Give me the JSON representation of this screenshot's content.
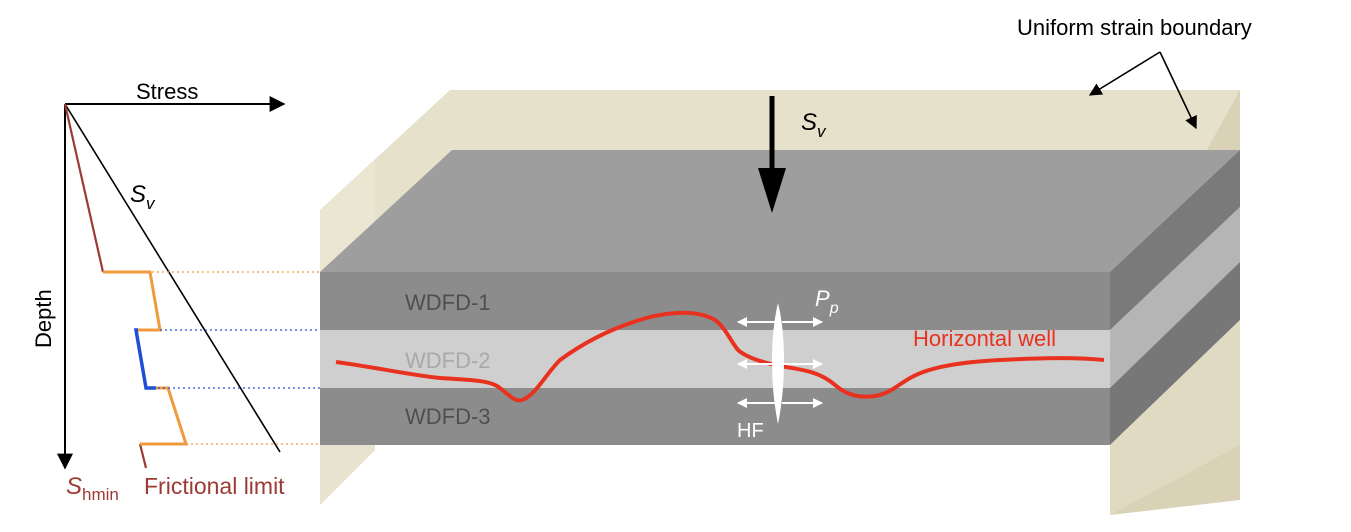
{
  "labels": {
    "boundary": "Uniform strain boundary",
    "stress": "Stress",
    "depth": "Depth",
    "sv_letter": "S",
    "sv_sub": "v",
    "shmin_letter": "S",
    "shmin_sub": "hmin",
    "frictional_limit": "Frictional limit",
    "pp_letter": "P",
    "pp_sub": "p",
    "hf": "HF",
    "horizontal_well": "Horizontal well"
  },
  "layers": [
    {
      "name": "WDFD-1"
    },
    {
      "name": "WDFD-2"
    },
    {
      "name": "WDFD-3"
    }
  ],
  "colors": {
    "boundary_fill": "#e4dfc9",
    "boundary_edge": "#cdc6a8",
    "top_face": "#9d9d9d",
    "upper_front": "#a9a9a9",
    "layer_dark": "#8c8c8c",
    "layer_light": "#cfcfcf",
    "side_dark": "#777777",
    "side_light": "#b4b4b4",
    "well": "#e8321f",
    "shmin": "#9c3a34",
    "orange": "#ef9a3c",
    "blue": "#1e4fd6",
    "label_dark_text": "#505050",
    "label_light_text": "#a8a8a8"
  }
}
